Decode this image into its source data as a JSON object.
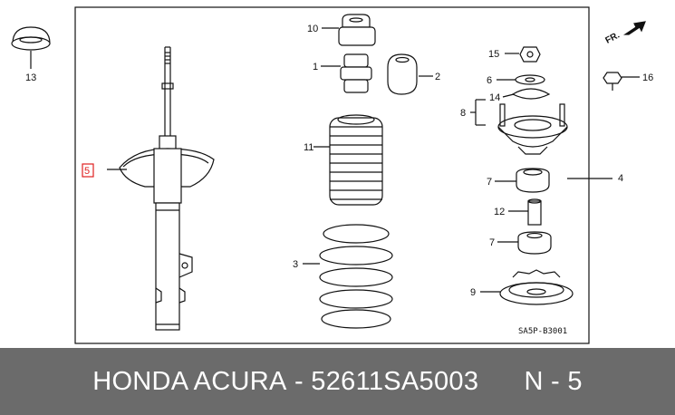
{
  "diagram": {
    "labels": {
      "p1": "1",
      "p2": "2",
      "p3": "3",
      "p4": "4",
      "p5": "5",
      "p6": "6",
      "p7a": "7",
      "p7b": "7",
      "p8": "8",
      "p9": "9",
      "p10": "10",
      "p11": "11",
      "p12": "12",
      "p13": "13",
      "p14": "14",
      "p15": "15",
      "p16": "16"
    },
    "direction": "FR.",
    "code": "SA5P-B3001",
    "highlight_color": "#e02020"
  },
  "footer": {
    "brand": "HONDA ACURA",
    "separator": " - ",
    "part_number": "52611SA5003",
    "position": "N - 5"
  }
}
